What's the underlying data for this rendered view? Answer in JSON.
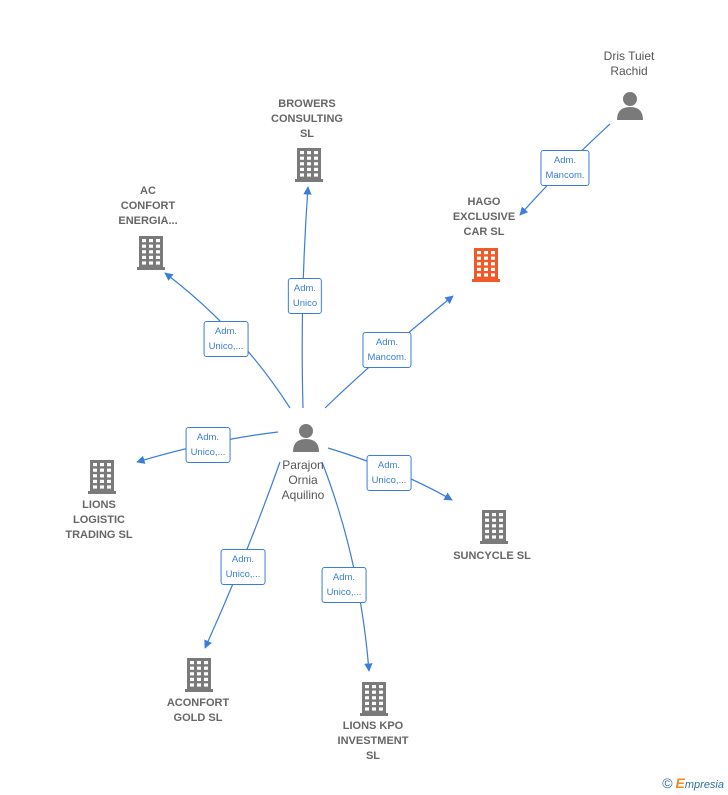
{
  "center": {
    "name": "Parajon\nOrnia\nAquilino"
  },
  "people": [
    {
      "id": "dris",
      "name": "Dris Tuiet\nRachid"
    }
  ],
  "companies": [
    {
      "id": "browers",
      "name": "BROWERS\nCONSULTING\nSL",
      "highlight": false
    },
    {
      "id": "acconfort",
      "name": "AC\nCONFORT\nENERGIA...",
      "highlight": false
    },
    {
      "id": "hago",
      "name": "HAGO\nEXCLUSIVE\nCAR  SL",
      "highlight": true
    },
    {
      "id": "lions",
      "name": "LIONS\nLOGISTIC\nTRADING  SL",
      "highlight": false
    },
    {
      "id": "suncycle",
      "name": "SUNCYCLE  SL",
      "highlight": false
    },
    {
      "id": "aconfortgold",
      "name": "ACONFORT\nGOLD  SL",
      "highlight": false
    },
    {
      "id": "lionskpo",
      "name": "LIONS KPO\nINVESTMENT\nSL",
      "highlight": false
    }
  ],
  "edges": [
    {
      "from": "center",
      "to": "browers",
      "label": "Adm.\nUnico"
    },
    {
      "from": "center",
      "to": "acconfort",
      "label": "Adm.\nUnico,..."
    },
    {
      "from": "center",
      "to": "hago",
      "label": "Adm.\nMancom."
    },
    {
      "from": "center",
      "to": "lions",
      "label": "Adm.\nUnico,..."
    },
    {
      "from": "center",
      "to": "suncycle",
      "label": "Adm.\nUnico,..."
    },
    {
      "from": "center",
      "to": "aconfortgold",
      "label": "Adm.\nUnico,..."
    },
    {
      "from": "center",
      "to": "lionskpo",
      "label": "Adm.\nUnico,..."
    },
    {
      "from": "dris",
      "to": "hago",
      "label": "Adm.\nMancom."
    }
  ],
  "colors": {
    "edge": "#3b7dd8",
    "building": "#7a7a7a",
    "highlight": "#f05a28",
    "person": "#7a7a7a"
  },
  "footer": {
    "copyright": "©",
    "brand_initial": "E",
    "brand_rest": "mpresia"
  }
}
